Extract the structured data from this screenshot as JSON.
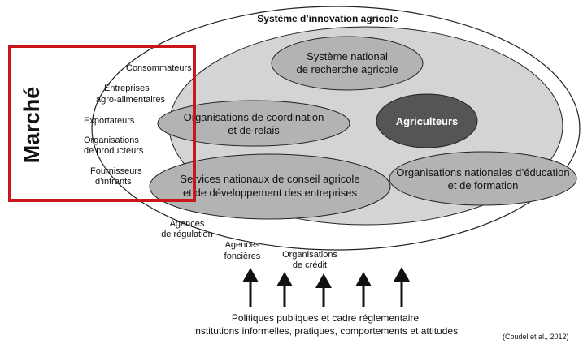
{
  "diagram": {
    "title": "Système d’innovation agricole",
    "market_label": "Marché",
    "outer_items": [
      "Consommateurs",
      "Entreprises agro-alimentaires",
      "Exportateurs",
      "Organisations de producteurs",
      "Fournisseurs d’intrants"
    ],
    "actors": {
      "research": [
        "Système national",
        "de recherche agricole"
      ],
      "coordination": [
        "Organisations de coordination",
        "et de relais"
      ],
      "farmers": "Agriculteurs",
      "advisory": [
        "Services nationaux de conseil agricole",
        "et de développement des entreprises"
      ],
      "education": [
        "Organisations nationales d’éducation",
        "et de formation"
      ]
    },
    "agencies": {
      "regulation": [
        "Agences",
        "de régulation"
      ],
      "land": [
        "Agences",
        "foncières"
      ],
      "credit": [
        "Organisations",
        "de crédit"
      ]
    },
    "policies": [
      "Politiques publiques et cadre réglementaire",
      "Institutions informelles, pratiques, comportements et attitudes"
    ],
    "citation": "(Coudel et al., 2012)",
    "colors": {
      "inner_fill": "#d4d4d4",
      "node_fill": "#b3b3b3",
      "farmer_fill": "#555555",
      "market_box": "#c8161d",
      "arrow": "#111111"
    }
  }
}
